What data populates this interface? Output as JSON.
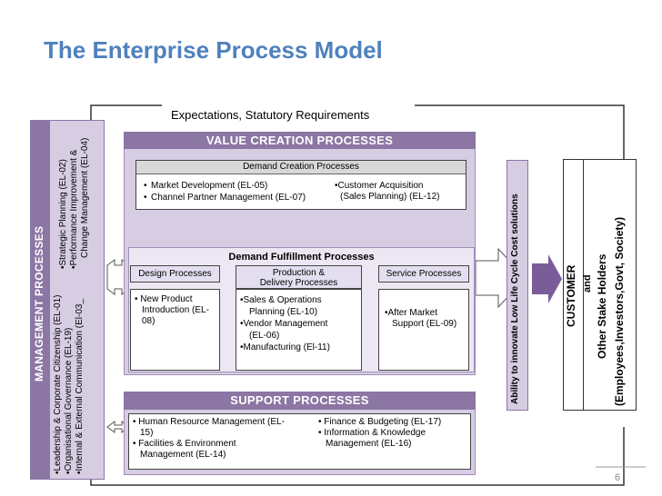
{
  "title": "The Enterprise Process Model",
  "page_number": "6",
  "top_label": "Expectations, Statutory Requirements",
  "management": {
    "title": "MANAGEMENT PROCESSES",
    "col1": [
      "Leadership & Corporate Citizenship (EL-01)",
      "Organisational Governance (EL-19)",
      "Internal & External Communication (El-03_"
    ],
    "col2": [
      "Strategic Planning (EL-02)",
      "Performance Improvement  &",
      "Change Management (EL-04)"
    ]
  },
  "value_creation": {
    "title": "VALUE CREATION  PROCESSES",
    "demand_creation": {
      "title": "Demand Creation Processes",
      "left": [
        "Market Development (EL-05)",
        "Channel Partner Management (EL-07)"
      ],
      "right": [
        "Customer Acquisition",
        "(Sales Planning) (EL-12)"
      ]
    },
    "demand_fulfillment": {
      "title": "Demand Fulfillment Processes",
      "design": {
        "title": "Design Processes",
        "items": [
          "New Product",
          "Introduction (EL-",
          "08)"
        ]
      },
      "production": {
        "title": "Production & Delivery Processes",
        "items": [
          "Sales & Operations",
          "Planning (EL-10)",
          "Vendor Management",
          "(EL-06)",
          "Manufacturing (El-11)"
        ]
      },
      "service": {
        "title": "Service Processes",
        "items": [
          "After Market",
          "Support (EL-09)"
        ]
      }
    }
  },
  "support": {
    "title": "SUPPORT  PROCESSES",
    "left": [
      "Human Resource  Management (EL-",
      "15)",
      "Facilities & Environment",
      "Management (EL-14)"
    ],
    "right": [
      "Finance & Budgeting (EL-17)",
      "Information & Knowledge",
      "Management (EL-16)"
    ]
  },
  "ability": "Ability to innovate Low Life Cycle Cost solutions",
  "customer": {
    "line1": "CUSTOMER",
    "line2": "and",
    "line3": "Other Stake Holders",
    "line4": "(Employees,Investors,Govt, Society)"
  },
  "colors": {
    "title": "#4f81bd",
    "band": "#8b76a4",
    "panel": "#d6cde3"
  }
}
